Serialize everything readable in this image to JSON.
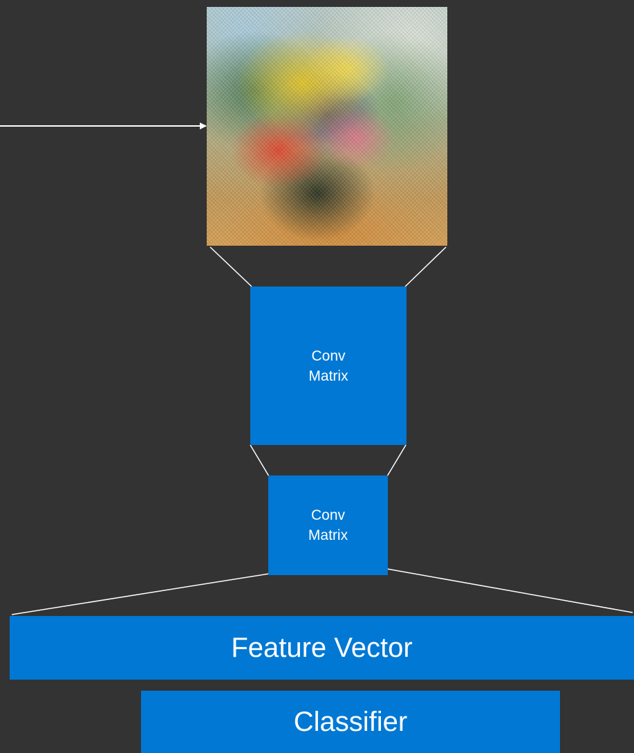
{
  "diagram": {
    "image": {
      "description_icon": "painting-image"
    },
    "conv_large": {
      "line1": "Conv",
      "line2": "Matrix"
    },
    "conv_small": {
      "line1": "Conv",
      "line2": "Matrix"
    },
    "feature_vector": {
      "label": "Feature Vector"
    },
    "classifier": {
      "label": "Classifier"
    }
  },
  "colors": {
    "background": "#333333",
    "box_fill": "#0078d4",
    "text": "#ffffff",
    "lines": "#ffffff"
  }
}
